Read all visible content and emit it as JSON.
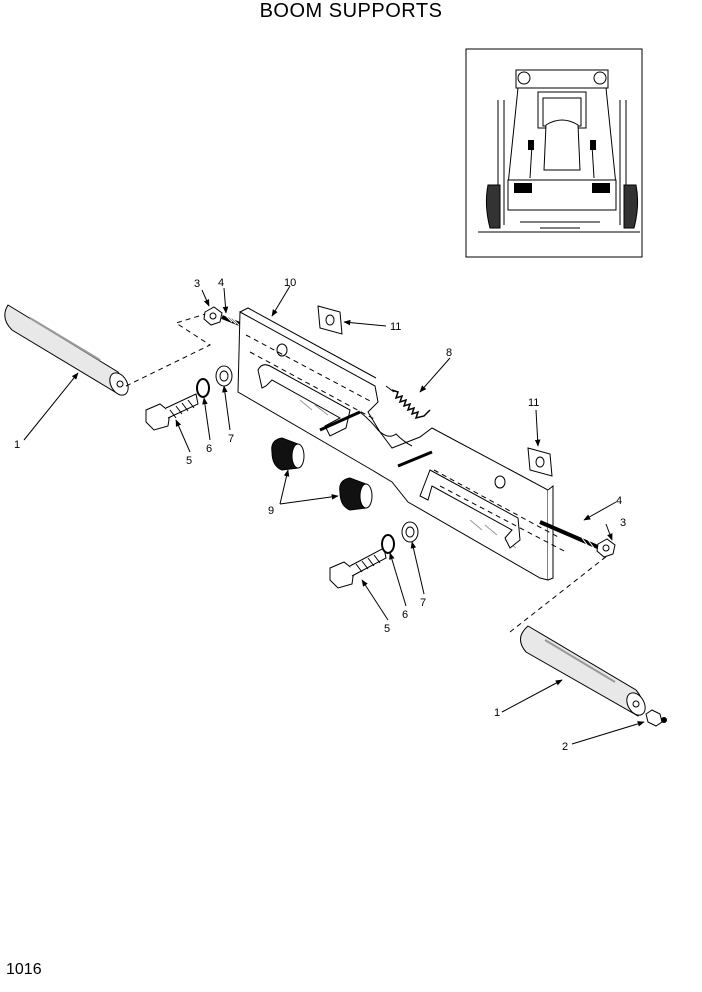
{
  "title": "BOOM SUPPORTS",
  "page_number": "1016",
  "callouts": [
    {
      "id": "c1a",
      "label": "1"
    },
    {
      "id": "c1b",
      "label": "1"
    },
    {
      "id": "c2",
      "label": "2"
    },
    {
      "id": "c3a",
      "label": "3"
    },
    {
      "id": "c3b",
      "label": "3"
    },
    {
      "id": "c4a",
      "label": "4"
    },
    {
      "id": "c4b",
      "label": "4"
    },
    {
      "id": "c5a",
      "label": "5"
    },
    {
      "id": "c5b",
      "label": "5"
    },
    {
      "id": "c6a",
      "label": "6"
    },
    {
      "id": "c6b",
      "label": "6"
    },
    {
      "id": "c7a",
      "label": "7"
    },
    {
      "id": "c7b",
      "label": "7"
    },
    {
      "id": "c8",
      "label": "8"
    },
    {
      "id": "c9",
      "label": "9"
    },
    {
      "id": "c10",
      "label": "10"
    },
    {
      "id": "c11a",
      "label": "11"
    },
    {
      "id": "c11b",
      "label": "11"
    }
  ]
}
